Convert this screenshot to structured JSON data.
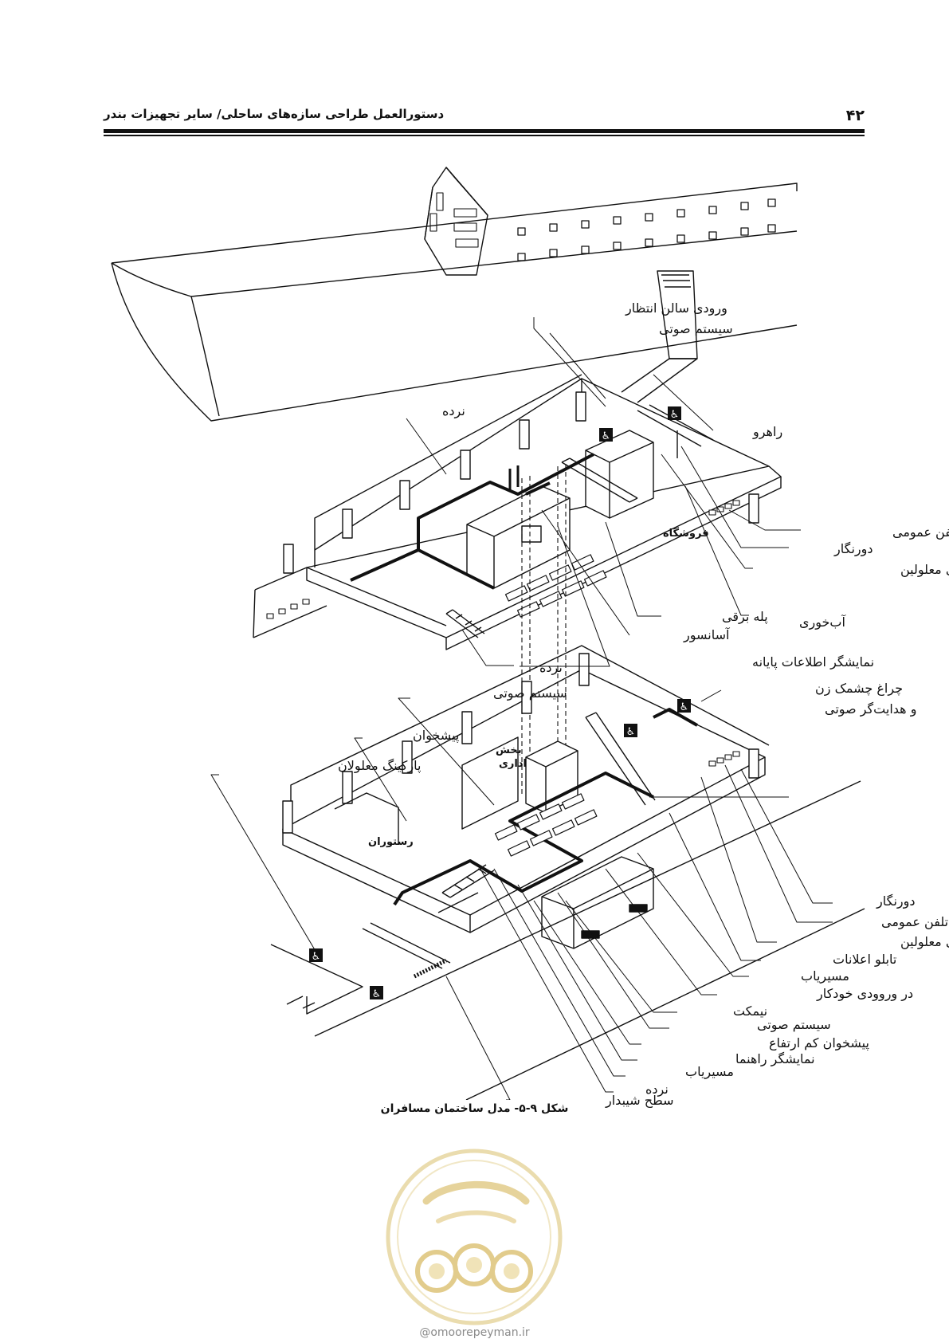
{
  "header": {
    "page_number": "۴۲",
    "running_title": "دستورالعمل طراحی سازه‌های ساحلی/ سایر تجهیزات بندر"
  },
  "figure": {
    "caption": "شکل ۹-۵- مدل ساختمان مسافران",
    "room_labels": {
      "shop": "فروشگاه",
      "office_line1": "بخش",
      "office_line2": "اداری",
      "restaurant": "رستوران"
    },
    "upper_labels": {
      "waiting_hall_entrance": "ورودی سالن انتظار",
      "sound_system": "سیستم صوتی",
      "railing": "نرده",
      "corridor": "راهرو",
      "public_phone": "تلفن عمومی",
      "fax": "دورنگار",
      "accessible_toilet": "سرویس بهداشتی معلولین",
      "escalator": "پله برقی",
      "drinking_fountain": "آب‌خوری",
      "elevator": "آسانسور",
      "railing_stairs": "نرده",
      "terminal_info_display": "نمایشگر اطلاعات پایانه"
    },
    "lower_labels": {
      "flashing_light_line1": "چراغ چشمک زن",
      "flashing_light_line2": "و هدایت‌گر صوتی",
      "sound_system": "سیستم صوتی",
      "counter": "پیشخوان",
      "accessible_parking": "پارکینگ معلولان",
      "fax": "دورنگار",
      "public_phone": "تلفن عمومی",
      "accessible_toilet": "سرویس بهداشتی معلولین",
      "notice_board": "تابلو اعلانات",
      "guide_path_1": "مسیریاب",
      "automatic_door": "در وروودی خودکار",
      "bench": "نیمکت",
      "sound_system_2": "سیستم صوتی",
      "low_counter": "پیشخوان کم ارتفاع",
      "guide_display": "نمایشگر راهنما",
      "guide_path_2": "مسیریاب",
      "railing": "نرده",
      "ramp": "سطح شیبدار"
    }
  },
  "watermark": {
    "site": "@omoorepeyman.ir"
  }
}
